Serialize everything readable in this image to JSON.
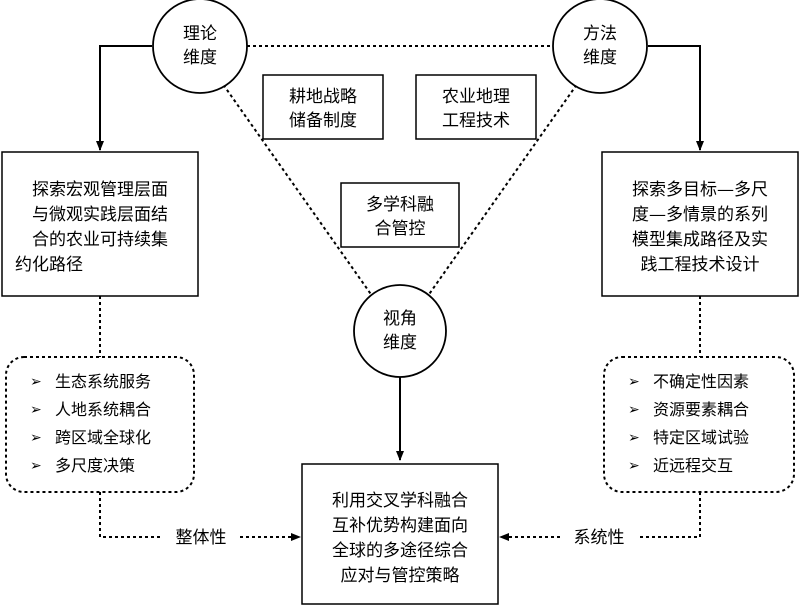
{
  "nodes": {
    "theory": {
      "lines": [
        "理论",
        "维度"
      ]
    },
    "method": {
      "lines": [
        "方法",
        "维度"
      ]
    },
    "perspective": {
      "lines": [
        "视角",
        "维度"
      ]
    }
  },
  "center_boxes": {
    "farmland": {
      "lines": [
        "耕地战略",
        "储备制度"
      ]
    },
    "engineering": {
      "lines": [
        "农业地理",
        "工程技术"
      ]
    },
    "governance": {
      "lines": [
        "多学科融",
        "合管控"
      ]
    }
  },
  "side_boxes": {
    "left": {
      "lines": [
        "探索宏观管理层面",
        "与微观实践层面结",
        "合的农业可持续集",
        "约化路径"
      ]
    },
    "right": {
      "lines": [
        "探索多目标—多尺",
        "度—多情景的系列",
        "模型集成路径及实",
        "践工程技术设计"
      ]
    }
  },
  "bullet_lists": {
    "left": [
      "生态系统服务",
      "人地系统耦合",
      "跨区域全球化",
      "多尺度决策"
    ],
    "right": [
      "不确定性因素",
      "资源要素耦合",
      "特定区域试验",
      "近远程交互"
    ]
  },
  "bottom_box": {
    "lines": [
      "利用交叉学科融合",
      "互补优势构建面向",
      "全球的多途径综合",
      "应对与管控策略"
    ]
  },
  "edge_labels": {
    "left": "整体性",
    "right": "系统性"
  },
  "bullet_glyph": "➢"
}
